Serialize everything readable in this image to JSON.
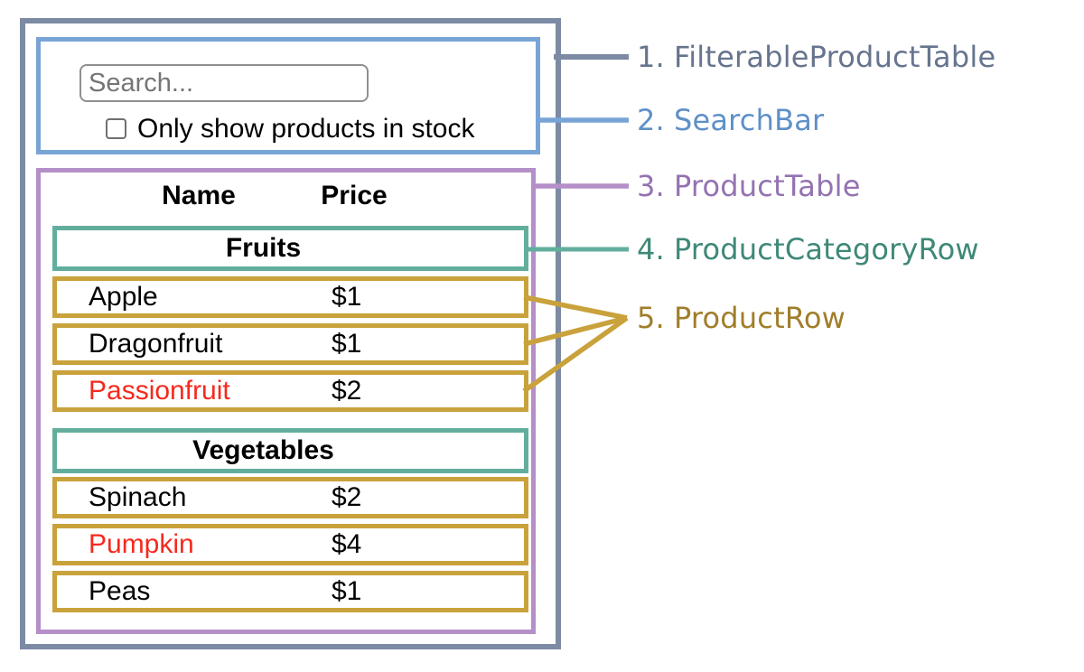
{
  "colors": {
    "slate_border": "#7C8AA4",
    "slate_label": "#66748E",
    "blue_border": "#78A4D6",
    "blue_label": "#5E90C8",
    "purple_border": "#B48FC8",
    "purple_label": "#9472B0",
    "teal_border": "#62AE9D",
    "teal_label": "#3E8878",
    "gold_border": "#C9A23C",
    "gold_label": "#A07E2A",
    "red_text": "#F5291D"
  },
  "search_bar": {
    "placeholder": "Search...",
    "input_value": "",
    "checkbox_label": "Only show products in stock",
    "checkbox_checked": false
  },
  "product_table": {
    "columns": {
      "name": "Name",
      "price": "Price"
    },
    "categories": [
      {
        "name": "Fruits",
        "products": [
          {
            "name": "Apple",
            "price": "$1",
            "name_color": "black"
          },
          {
            "name": "Dragonfruit",
            "price": "$1",
            "name_color": "black"
          },
          {
            "name": "Passionfruit",
            "price": "$2",
            "name_color": "red"
          }
        ]
      },
      {
        "name": "Vegetables",
        "products": [
          {
            "name": "Spinach",
            "price": "$2",
            "name_color": "black"
          },
          {
            "name": "Pumpkin",
            "price": "$4",
            "name_color": "red"
          },
          {
            "name": "Peas",
            "price": "$1",
            "name_color": "black"
          }
        ]
      }
    ]
  },
  "legend": {
    "items": [
      {
        "num": "1.",
        "name": "FilterableProductTable"
      },
      {
        "num": "2.",
        "name": "SearchBar"
      },
      {
        "num": "3.",
        "name": "ProductTable"
      },
      {
        "num": "4.",
        "name": "ProductCategoryRow"
      },
      {
        "num": "5.",
        "name": "ProductRow"
      }
    ]
  }
}
